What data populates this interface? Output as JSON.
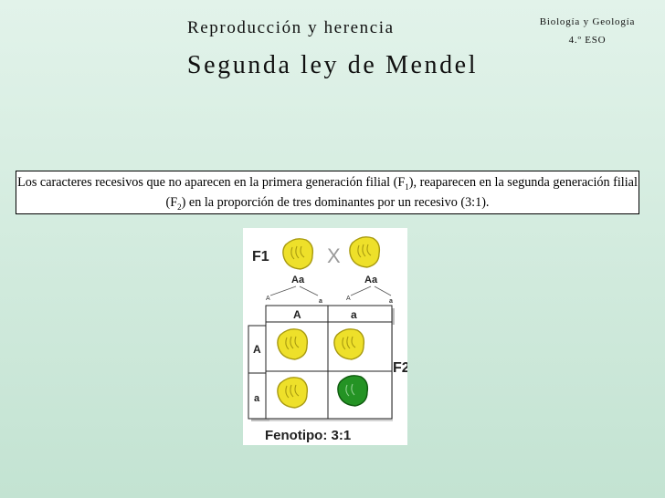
{
  "header": {
    "course_title": "Reproducción y herencia",
    "subject": "Biología y Geología",
    "level": "4.º ESO"
  },
  "slide": {
    "title": "Segunda ley de Mendel"
  },
  "law": {
    "part1": "Los caracteres recesivos que no aparecen en la primera generación filial (F",
    "sub1": "1",
    "part2": "), reaparecen en la segunda generación filial (F",
    "sub2": "2",
    "part3": ") en la proporción de tres dominantes por un recesivo (3:1)."
  },
  "figure": {
    "f1_label": "F1",
    "cross_symbol": "X",
    "parent_left_genotype": "Aa",
    "parent_right_genotype": "Aa",
    "gamete_left_1": "A",
    "gamete_left_2": "a",
    "gamete_right_1": "A",
    "gamete_right_2": "a",
    "col_header_1": "A",
    "col_header_2": "a",
    "row_header_1": "A",
    "row_header_2": "a",
    "f2_label": "F2",
    "phenotype_caption": "Fenotipo: 3:1",
    "colors": {
      "yellow_pea": "#eee02a",
      "yellow_pea_outline": "#a89a10",
      "green_pea": "#249324",
      "green_pea_outline": "#0f5a0f",
      "grid_shadow": "#bdbdbd"
    }
  }
}
